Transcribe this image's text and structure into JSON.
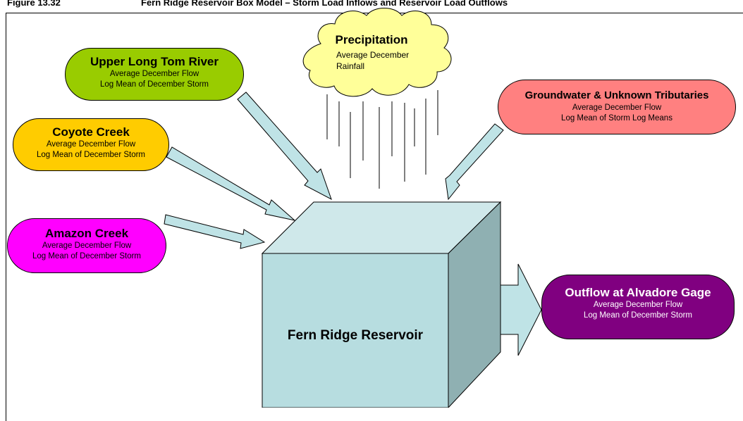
{
  "figure": {
    "number": "Figure 13.32",
    "caption": "Fern Ridge Reservoir Box Model – Storm Load Inflows and Reservoir Load Outflows"
  },
  "colors": {
    "upper_long_tom": "#99cc00",
    "coyote": "#ffcc00",
    "amazon": "#ff00ff",
    "groundwater": "#ff8080",
    "outflow": "#800080",
    "cloud": "#ffff99",
    "box_front": "#b7dde0",
    "box_top": "#cfe8ea",
    "box_side": "#8fb0b2",
    "arrow": "#bfe3e6"
  },
  "nodes": {
    "upper_long_tom": {
      "title": "Upper Long Tom River",
      "line1": "Average December Flow",
      "line2": "Log Mean of December Storm"
    },
    "coyote": {
      "title": "Coyote Creek",
      "line1": "Average December Flow",
      "line2": "Log Mean of December Storm"
    },
    "amazon": {
      "title": "Amazon Creek",
      "line1": "Average December Flow",
      "line2": "Log Mean of December Storm"
    },
    "groundwater": {
      "title": "Groundwater & Unknown Tributaries",
      "line1": "Average December Flow",
      "line2": "Log Mean of Storm Log Means"
    },
    "outflow": {
      "title": "Outflow at Alvadore Gage",
      "line1": "Average December Flow",
      "line2": "Log Mean of December Storm"
    },
    "precipitation": {
      "title": "Precipitation",
      "line1": "Average December",
      "line2": "Rainfall"
    },
    "reservoir": {
      "label": "Fern Ridge Reservoir"
    }
  }
}
